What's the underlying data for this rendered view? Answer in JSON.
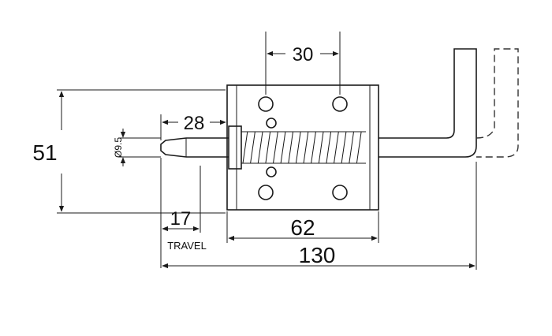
{
  "dimensions": {
    "overall_length": "130",
    "body_length": "62",
    "hole_spacing": "30",
    "pin_extension": "28",
    "travel_value": "17",
    "travel_label": "TRAVEL",
    "height": "51",
    "pin_diameter": "Ø9.5"
  },
  "colors": {
    "line": "#1a1a1a",
    "background": "#ffffff"
  }
}
